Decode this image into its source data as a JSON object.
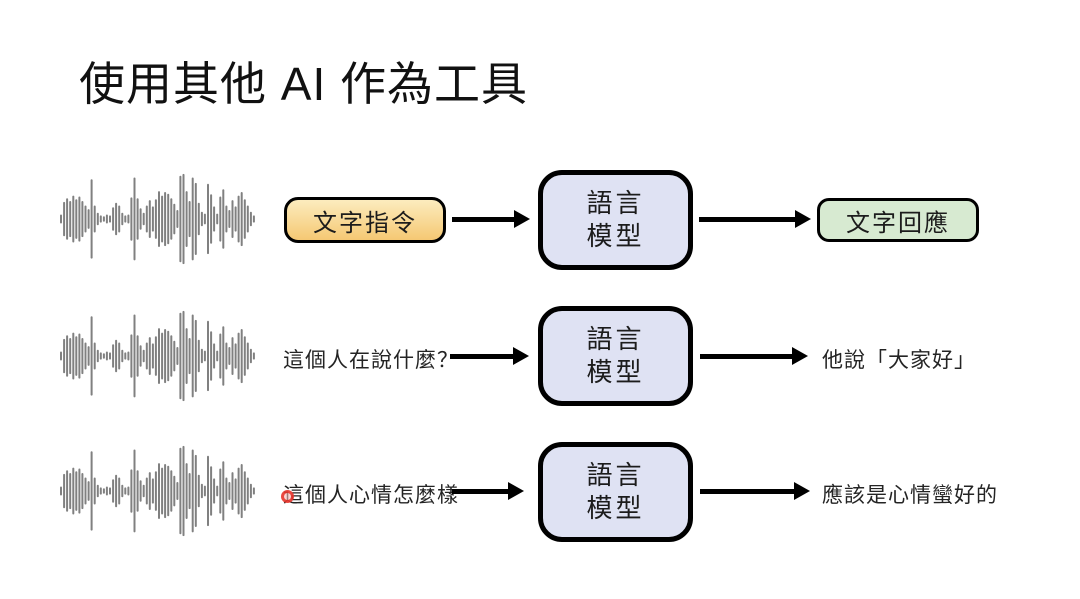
{
  "title": "使用其他 AI 作為工具",
  "model_box": {
    "line1": "語言",
    "line2": "模型"
  },
  "rows": [
    {
      "input": "文字指令",
      "output": "文字回應"
    },
    {
      "input": "這個人在說什麼？",
      "output": "他說「大家好」"
    },
    {
      "input": "這個人心情怎麼樣",
      "output": "應該是心情蠻好的"
    }
  ],
  "icons": {
    "waveform": "audio-waveform",
    "arrow": "black-right-arrow",
    "marker": "red-pointer-dot"
  },
  "colors": {
    "title_color": "#111111",
    "border": "#000000",
    "input_box_top": "#fcecbe",
    "input_box_bottom": "#f5c873",
    "output_box": "#d7ead1",
    "model_box": "#dfe2f3",
    "waveform": "#6e6e6e",
    "marker_red": "#e8352c"
  },
  "waveform": {
    "amplitudes": [
      0.1,
      0.38,
      0.46,
      0.4,
      0.52,
      0.44,
      0.5,
      0.4,
      0.3,
      0.22,
      0.88,
      0.3,
      0.14,
      0.08,
      0.06,
      0.1,
      0.08,
      0.26,
      0.36,
      0.3,
      0.14,
      0.08,
      0.1,
      0.48,
      0.92,
      0.46,
      0.24,
      0.14,
      0.3,
      0.42,
      0.28,
      0.44,
      0.62,
      0.52,
      0.6,
      0.56,
      0.46,
      0.34,
      0.2,
      0.96,
      1.0,
      0.62,
      0.4,
      0.92,
      0.8,
      0.36,
      0.16,
      0.12,
      0.78,
      0.55,
      0.28,
      0.12,
      0.5,
      0.66,
      0.3,
      0.2,
      0.42,
      0.28,
      0.52,
      0.6,
      0.44,
      0.3,
      0.16,
      0.08
    ]
  }
}
